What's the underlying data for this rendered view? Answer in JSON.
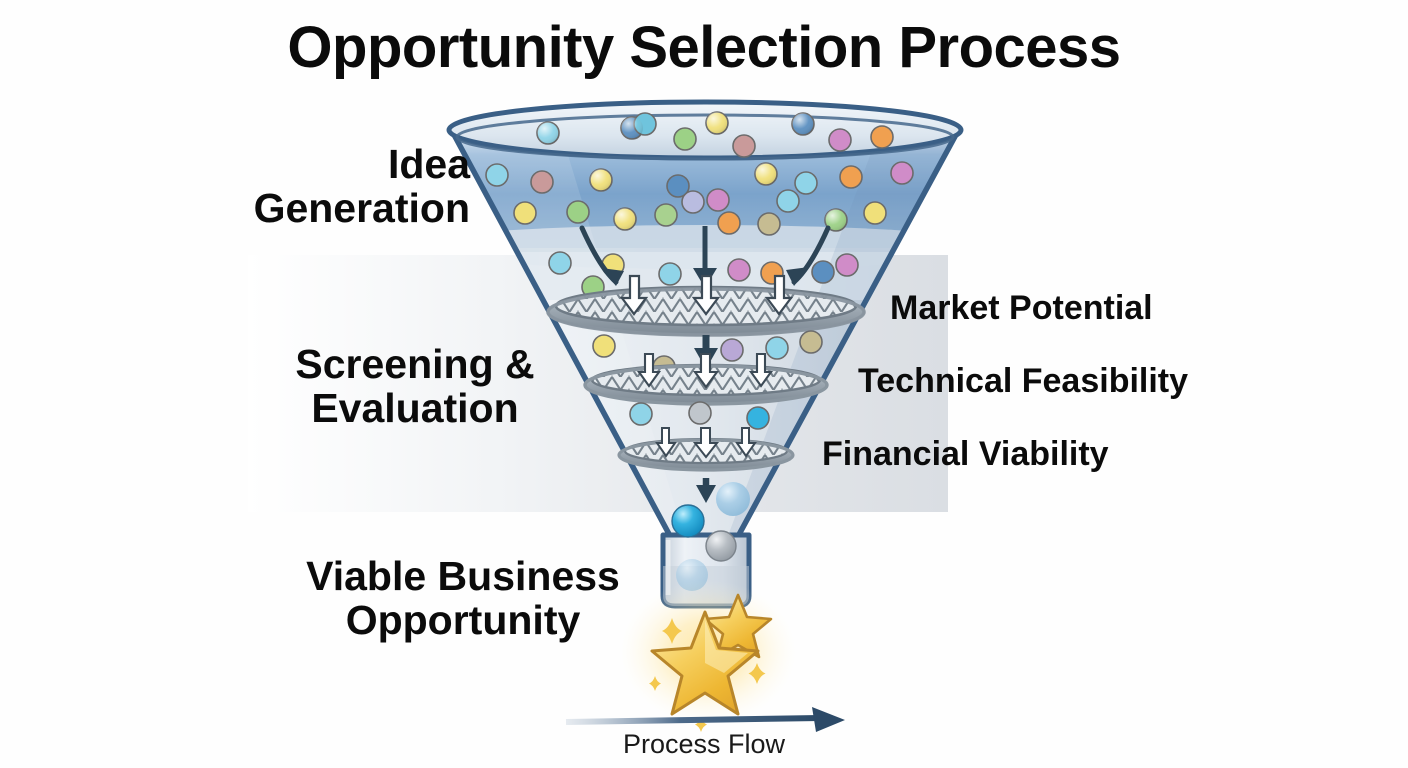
{
  "diagram": {
    "title": "Opportunity Selection Process",
    "background_color": "#fefefe",
    "type": "funnel-process-diagram"
  },
  "stages": {
    "left_labels": [
      {
        "id": "idea-generation",
        "text": "Idea Generation",
        "line1": "Idea",
        "line2": "Generation"
      },
      {
        "id": "screening-evaluation",
        "text": "Screening & Evaluation",
        "line1": "Screening &",
        "line2": "Evaluation"
      },
      {
        "id": "viable-business-opportunity",
        "text": "Viable Business Opportunity",
        "line1": "Viable Business",
        "line2": "Opportunity"
      }
    ],
    "right_labels": [
      {
        "id": "market-potential",
        "text": "Market Potential"
      },
      {
        "id": "technical-feasibility",
        "text": "Technical Feasibility"
      },
      {
        "id": "financial-viability",
        "text": "Financial Viability"
      }
    ]
  },
  "footer": {
    "process_flow_label": "Process Flow",
    "arrow_color": "#2c4a68"
  },
  "colors": {
    "funnel_outline": "#3a5f86",
    "funnel_top_fill": "#7ea5cc",
    "funnel_body_fill": "#dde3ea",
    "mesh_rim": "#8a96a0",
    "arrow_dark": "#2c4456",
    "star_gold": "#f2c44a",
    "star_gold_dark": "#e0a92e",
    "band_gradient_end": "#dadee3",
    "title_color": "#0b0b0b"
  },
  "chart_data": {
    "type": "funnel",
    "title": "Opportunity Selection Process",
    "stages": [
      {
        "name": "Idea Generation",
        "filter": null,
        "item_count": 48
      },
      {
        "name": "Market Potential",
        "filter": "Market Potential",
        "item_count": 18
      },
      {
        "name": "Technical Feasibility",
        "filter": "Technical Feasibility",
        "item_count": 8
      },
      {
        "name": "Financial Viability",
        "filter": "Financial Viability",
        "item_count": 4
      },
      {
        "name": "Viable Business Opportunity",
        "filter": null,
        "item_count": 1
      }
    ],
    "xlabel": "Process Flow",
    "ylabel": ""
  },
  "dots": {
    "palette": [
      "#8fd4e8",
      "#c99a9a",
      "#f0e07a",
      "#9cd186",
      "#d08cc8",
      "#5b8fc0",
      "#f0a050",
      "#c6bc92",
      "#b0a8d8"
    ],
    "top_section_count": 30,
    "mid_section_count": 12,
    "bottom_section_count": 4
  }
}
